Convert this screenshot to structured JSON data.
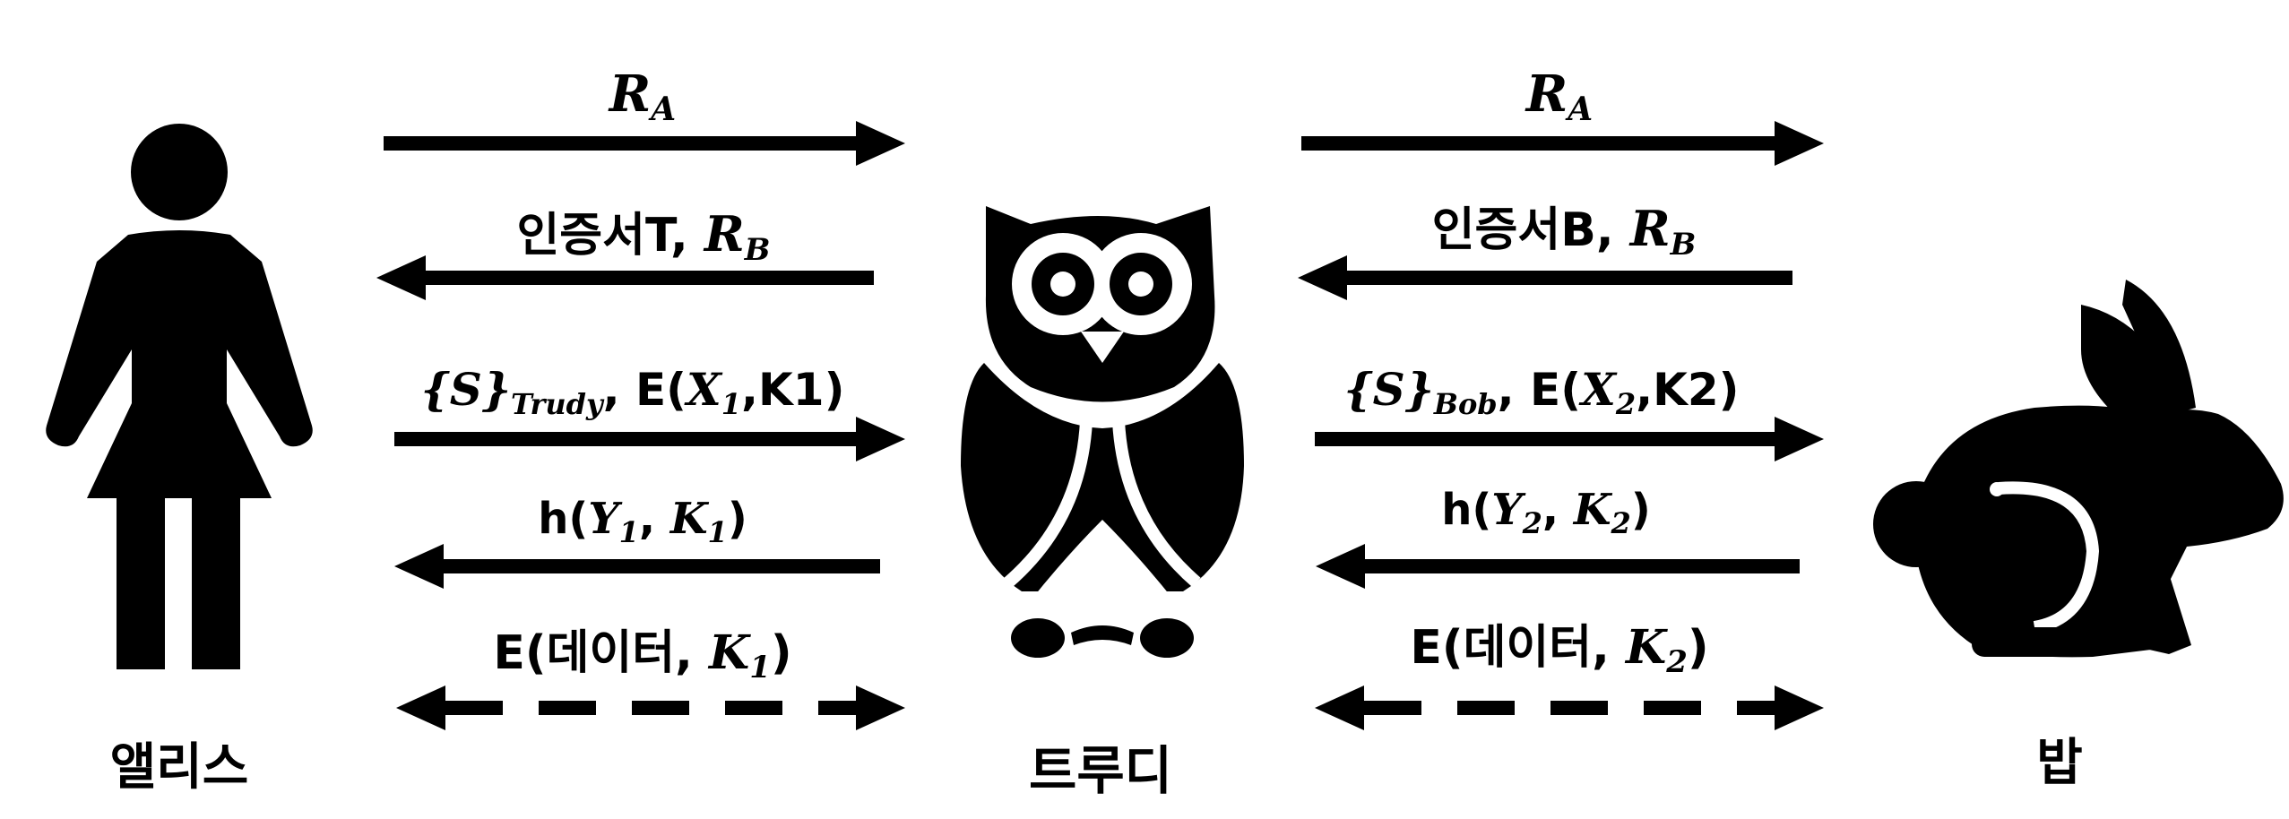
{
  "actors": {
    "alice": {
      "name": "앨리스",
      "icon": "woman-icon"
    },
    "trudy": {
      "name": "트루디",
      "icon": "owl-icon"
    },
    "bob": {
      "name": "밥",
      "icon": "rabbit-icon"
    }
  },
  "left_messages": {
    "m1": {
      "var": "R",
      "sub": "A"
    },
    "m2": {
      "text": "인증서T, ",
      "var": "R",
      "sub": "B"
    },
    "m3": {
      "brace_open": "{",
      "var": "S",
      "brace_close": "}",
      "sub": "Trudy",
      "sep": ", E(",
      "var2": "X",
      "sub2": "1",
      "tail": ",K1)"
    },
    "m4": {
      "pre": "h(",
      "var": "Y",
      "sub": "1",
      "sep": ", ",
      "var2": "K",
      "sub2": "1",
      "close": ")"
    },
    "m5": {
      "pre": "E(데이터, ",
      "var": "K",
      "sub": "1",
      "close": ")"
    }
  },
  "right_messages": {
    "m1": {
      "var": "R",
      "sub": "A"
    },
    "m2": {
      "text": "인증서B, ",
      "var": "R",
      "sub": "B"
    },
    "m3": {
      "brace_open": "{",
      "var": "S",
      "brace_close": "}",
      "sub": "Bob",
      "sep": ", E(",
      "var2": "X",
      "sub2": "2",
      "tail": ",K2)"
    },
    "m4": {
      "pre": "h(",
      "var": "Y",
      "sub": "2",
      "sep": ", ",
      "var2": "K",
      "sub2": "2",
      "close": ")"
    },
    "m5": {
      "pre": "E(데이터, ",
      "var": "K",
      "sub": "2",
      "close": ")"
    }
  },
  "colors": {
    "ink": "#000000",
    "background": "#ffffff"
  }
}
